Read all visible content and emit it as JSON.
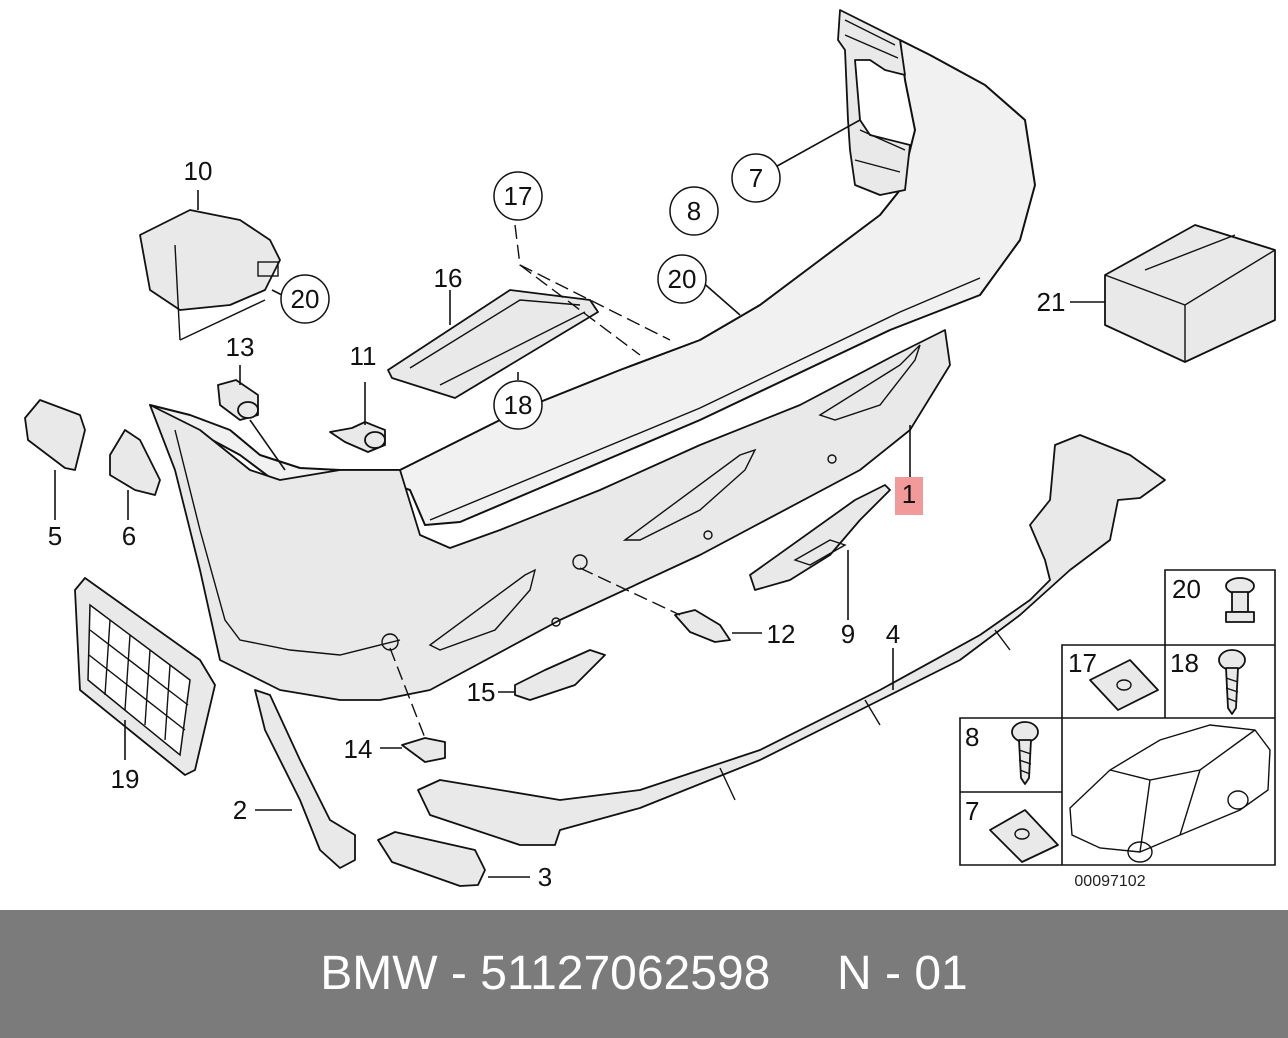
{
  "diagram": {
    "labels": {
      "p1": "1",
      "p2": "2",
      "p3": "3",
      "p4": "4",
      "p5": "5",
      "p6": "6",
      "p7": "7",
      "p8": "8",
      "p9": "9",
      "p10": "10",
      "p11": "11",
      "p12": "12",
      "p13": "13",
      "p14": "14",
      "p15": "15",
      "p16": "16",
      "p17": "17",
      "p18": "18",
      "p19": "19",
      "p20": "20",
      "p21": "21"
    },
    "highlight_color": "#f29a9a",
    "legend": {
      "c20": "20",
      "c17": "17",
      "c18": "18",
      "c8": "8",
      "c7": "7"
    },
    "diagram_code": "00097102"
  },
  "footer": {
    "title": "BMW - 51127062598     N - 01",
    "background": "#7b7b7b"
  }
}
